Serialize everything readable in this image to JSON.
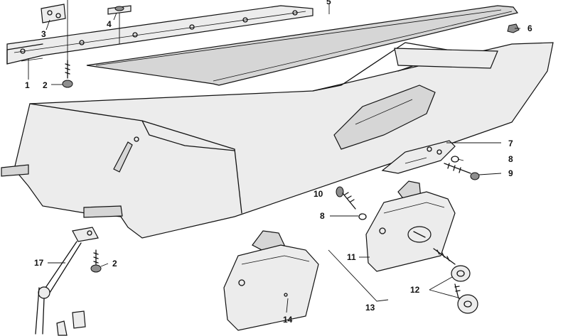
{
  "diagram": {
    "callouts": {
      "c1": "1",
      "c2a": "2",
      "c2b": "2",
      "c3": "3",
      "c4": "4",
      "c5": "5",
      "c6": "6",
      "c7": "7",
      "c8a": "8",
      "c8b": "8",
      "c9": "9",
      "c10": "10",
      "c11": "11",
      "c12": "12",
      "c13": "13",
      "c14": "14",
      "c17": "17"
    }
  }
}
